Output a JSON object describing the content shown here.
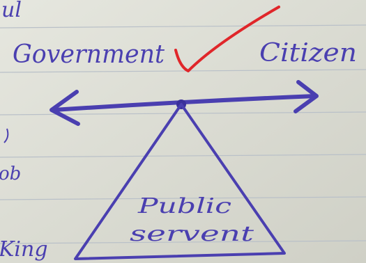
{
  "labels": {
    "left": "Government",
    "right": "Citizen",
    "center_line1": "Public",
    "center_line2": "servent"
  },
  "margin_fragments": {
    "top": "ul",
    "middle": "ob",
    "bottom": "King"
  },
  "colors": {
    "paper": "#dedfd6",
    "ruled_line": "#b9c0c8",
    "ink": "#4a3fb0",
    "tick_mark": "#e0262a"
  }
}
